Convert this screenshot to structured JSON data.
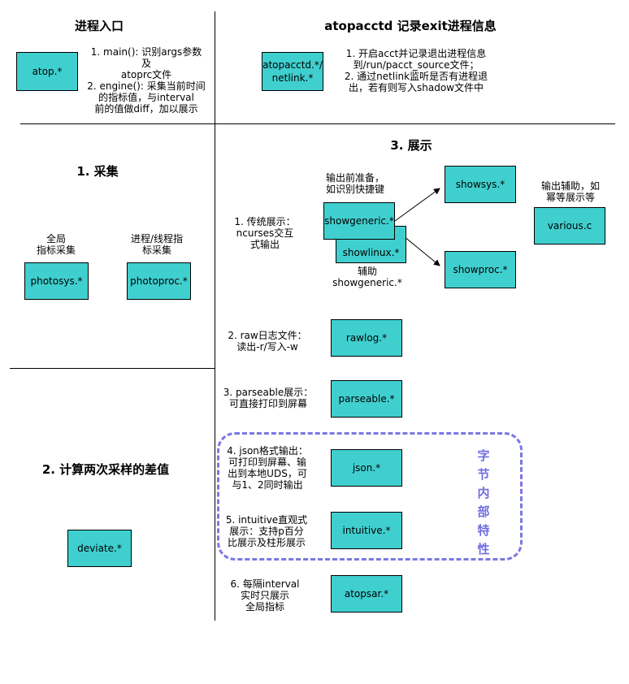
{
  "sections": {
    "entry_title": "进程入口",
    "atopacctd_title": "atopacctd 记录exit进程信息",
    "collect_title": "1. 采集",
    "display_title": "3. 展示",
    "deviate_title": "2. 计算两次采样的差值"
  },
  "boxes": {
    "atop": "atop.*",
    "atopacctd": "atopacctd.*/\nnetlink.*",
    "photosys": "photosys.*",
    "photoproc": "photoproc.*",
    "showgeneric": "showgeneric.*",
    "showlinux": "showlinux.*",
    "showsys": "showsys.*",
    "showproc": "showproc.*",
    "various": "various.c",
    "rawlog": "rawlog.*",
    "parseable": "parseable.*",
    "json": "json.*",
    "intuitive": "intuitive.*",
    "atopsar": "atopsar.*",
    "deviate": "deviate.*"
  },
  "notes": {
    "atop_desc": "1. main(): 识别args参数及\natoprc文件\n2. engine(): 采集当前时间\n的指标值，与interval\n前的值做diff，加以展示",
    "atopacctd_desc": "1. 开启acct并记录退出进程信息\n到/run/pacct_source文件；\n2. 通过netlink监听是否有进程退\n出，若有则写入shadow文件中",
    "global_collect": "全局\n指标采集",
    "proc_collect": "进程/线程指\n标采集",
    "prep": "输出前准备，\n如识别快捷键",
    "traditional": "1. 传统展示：\nncurses交互\n式输出",
    "helper": "辅助\nshowgeneric.*",
    "output_helper": "输出辅助，如\n幂等展示等",
    "raw": "2. raw日志文件：\n读出-r/写入-w",
    "parseable_desc": "3. parseable展示：\n可直接打印到屏幕",
    "json_desc": "4. json格式输出：\n可打印到屏幕、输\n出到本地UDS，可\n与1、2同时输出",
    "intuitive_desc": "5. intuitive直观式\n展示：支持p百分\n比展示及柱形展示",
    "atopsar_desc": "6. 每隔interval\n实时只展示\n全局指标"
  },
  "dashed_label": "字\n节\n内\n部\n特\n性",
  "colors": {
    "box_fill": "#40cfcf",
    "dashed": "#7b78e0"
  }
}
